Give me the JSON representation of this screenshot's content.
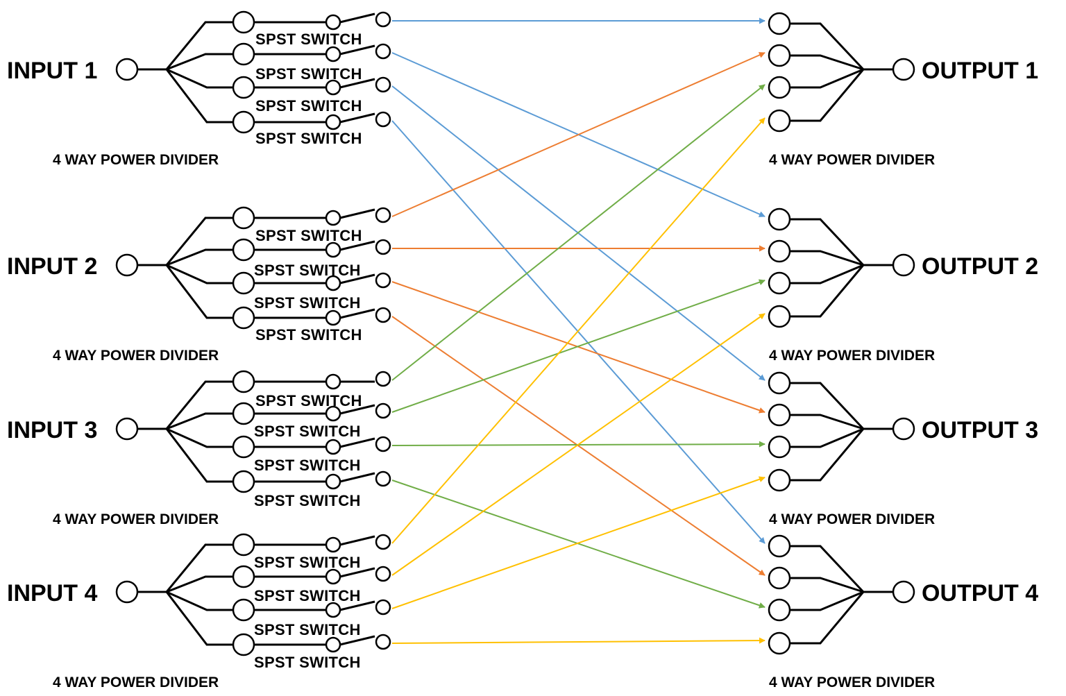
{
  "inputs": [
    {
      "label": "INPUT 1",
      "divider_label": "4 WAY POWER DIVIDER",
      "switches": [
        "SPST SWITCH",
        "SPST SWITCH",
        "SPST SWITCH",
        "SPST SWITCH"
      ]
    },
    {
      "label": "INPUT 2",
      "divider_label": "4 WAY POWER DIVIDER",
      "switches": [
        "SPST SWITCH",
        "SPST SWITCH",
        "SPST SWITCH",
        "SPST SWITCH"
      ]
    },
    {
      "label": "INPUT 3",
      "divider_label": "4 WAY POWER DIVIDER",
      "switches": [
        "SPST SWITCH",
        "SPST SWITCH",
        "SPST SWITCH",
        "SPST SWITCH"
      ]
    },
    {
      "label": "INPUT 4",
      "divider_label": "4 WAY POWER DIVIDER",
      "switches": [
        "SPST SWITCH",
        "SPST SWITCH",
        "SPST SWITCH",
        "SPST SWITCH"
      ]
    }
  ],
  "outputs": [
    {
      "label": "OUTPUT 1",
      "divider_label": "4 WAY POWER DIVIDER"
    },
    {
      "label": "OUTPUT 2",
      "divider_label": "4 WAY POWER DIVIDER"
    },
    {
      "label": "OUTPUT 3",
      "divider_label": "4 WAY POWER DIVIDER"
    },
    {
      "label": "OUTPUT 4",
      "divider_label": "4 WAY POWER DIVIDER"
    }
  ],
  "connection_colors": [
    "#5b9bd5",
    "#ed7d31",
    "#70ad47",
    "#ffc000"
  ]
}
